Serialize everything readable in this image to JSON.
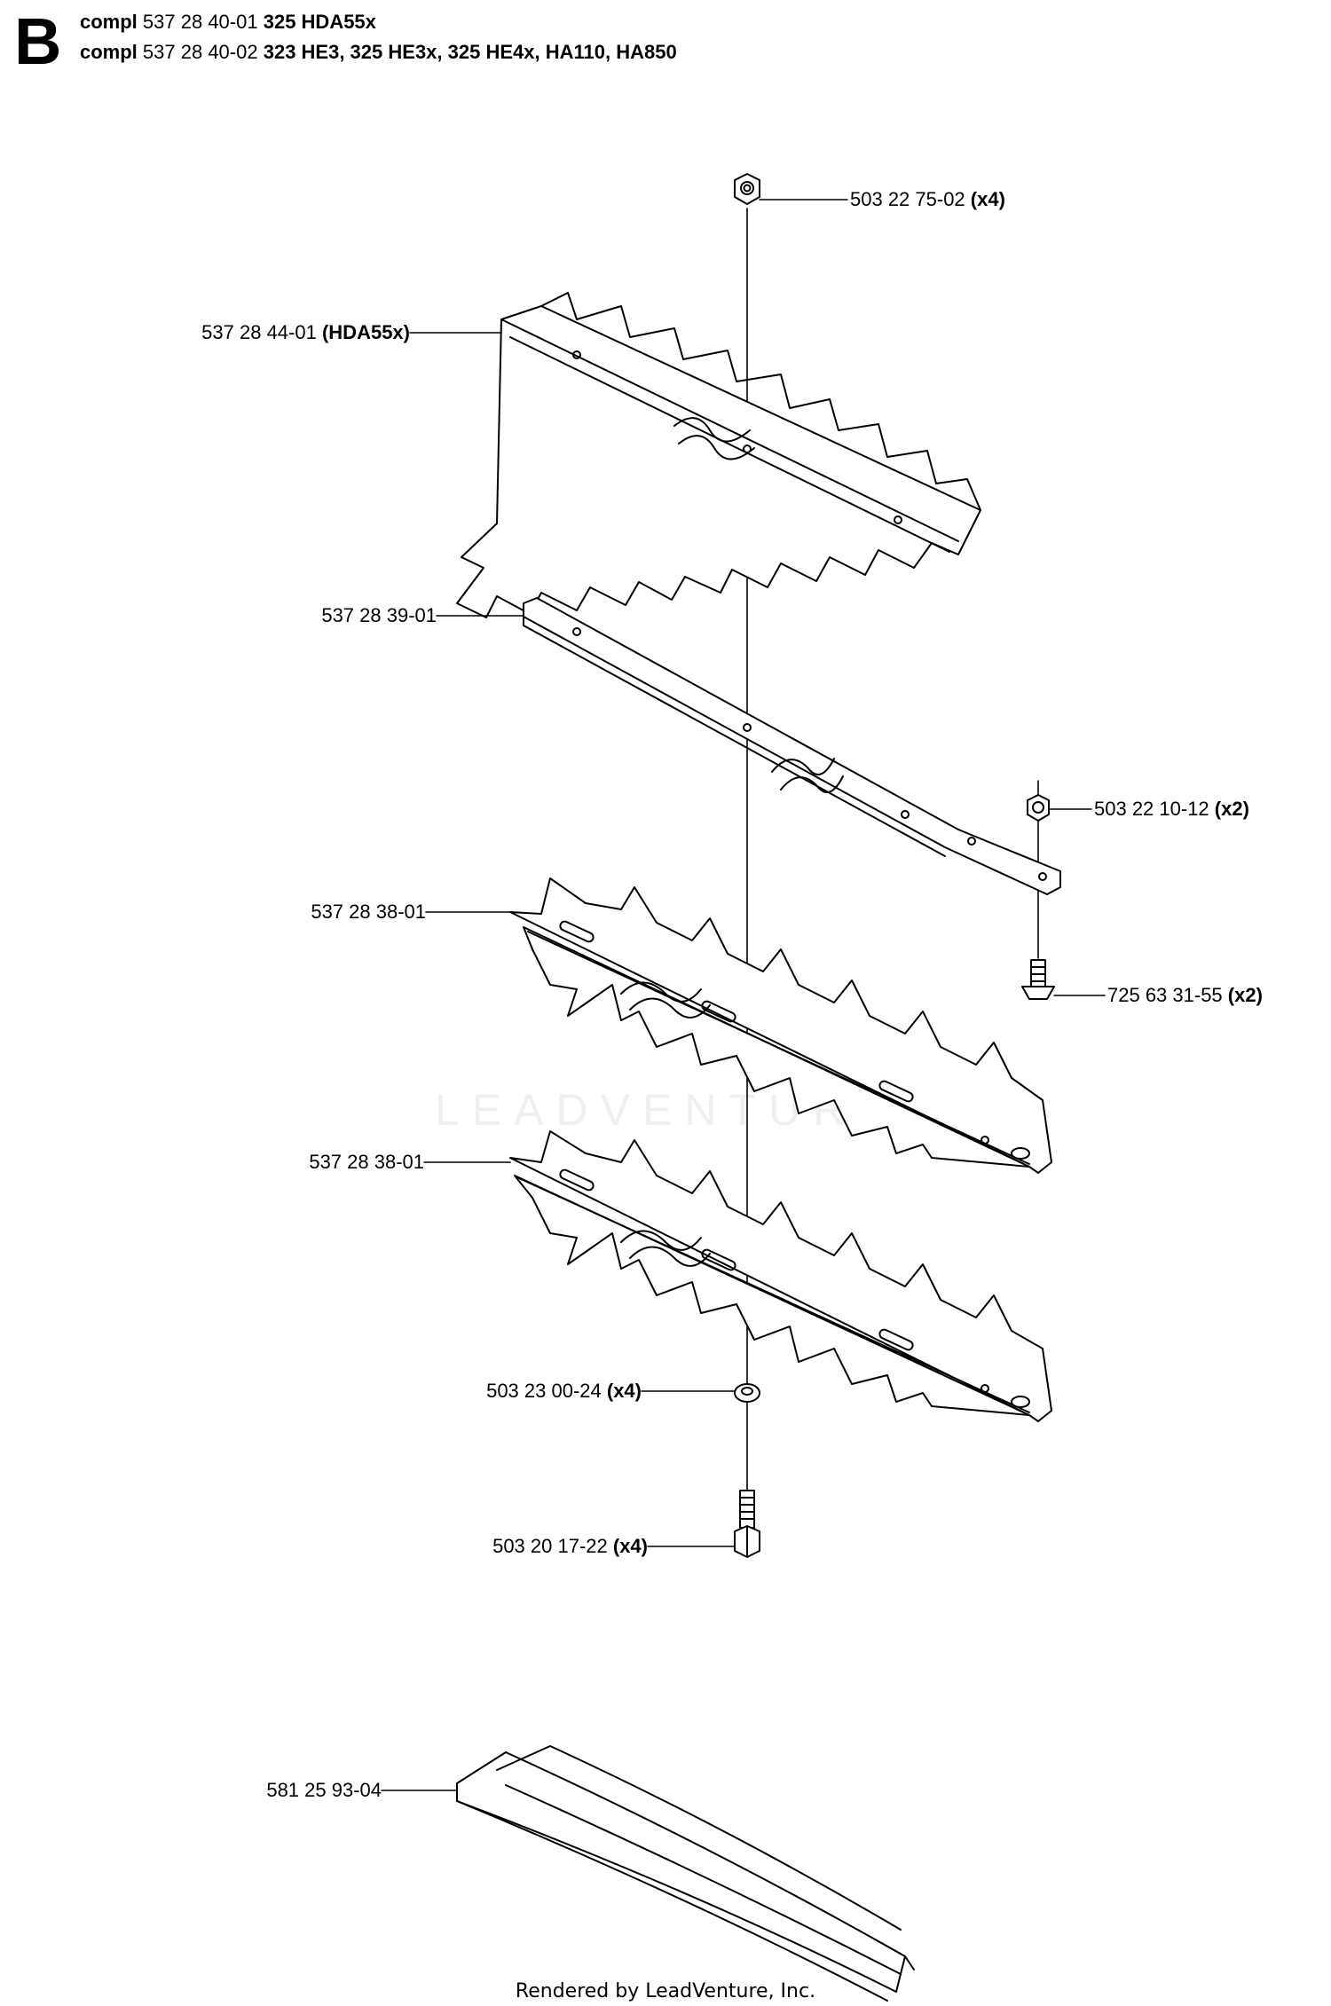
{
  "header": {
    "section": "B",
    "line1": {
      "prefix": "compl",
      "part": "537 28 40-01",
      "models": "325 HDA55x"
    },
    "line2": {
      "prefix": "compl",
      "part": "537 28 40-02",
      "models": "323 HE3, 325 HE3x, 325 HE4x, HA110, HA850"
    }
  },
  "parts": [
    {
      "id": "nut-top",
      "number": "503 22 75-02",
      "qty": "(x4)"
    },
    {
      "id": "blade-hda",
      "number": "537 28 44-01",
      "qty": "(HDA55x)"
    },
    {
      "id": "bar",
      "number": "537 28 39-01",
      "qty": ""
    },
    {
      "id": "nut-side",
      "number": "503 22 10-12",
      "qty": "(x2)"
    },
    {
      "id": "screw-side",
      "number": "725 63 31-55",
      "qty": "(x2)"
    },
    {
      "id": "blade-upper",
      "number": "537 28 38-01",
      "qty": ""
    },
    {
      "id": "blade-lower",
      "number": "537 28 38-01",
      "qty": ""
    },
    {
      "id": "washer",
      "number": "503 23 00-24",
      "qty": "(x4)"
    },
    {
      "id": "bolt",
      "number": "503 20 17-22",
      "qty": "(x4)"
    },
    {
      "id": "guard",
      "number": "581 25 93-04",
      "qty": ""
    }
  ],
  "watermark": "LEADVENTURE",
  "footer": "Rendered by LeadVenture, Inc."
}
